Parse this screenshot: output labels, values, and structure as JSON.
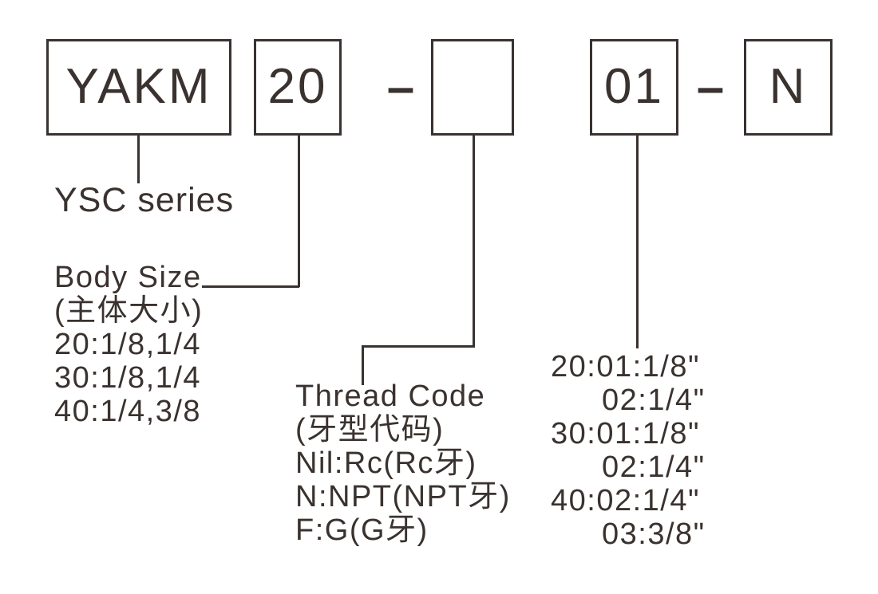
{
  "diagram": {
    "code_boxes": [
      {
        "label": "YAKM"
      },
      {
        "label": "20"
      },
      {
        "label": ""
      },
      {
        "label": "01"
      },
      {
        "label": "N"
      }
    ],
    "separator": "–",
    "series_label": "YSC series",
    "body_size": {
      "title": "Body Size",
      "subtitle_cn": "(主体大小)",
      "options": [
        "20:1/8,1/4",
        "30:1/8,1/4",
        "40:1/4,3/8"
      ]
    },
    "thread_code": {
      "title": "Thread Code",
      "subtitle_cn": "(牙型代码)",
      "options": [
        "Nil:Rc(Rc牙)",
        "N:NPT(NPT牙)",
        "F:G(G牙)"
      ]
    },
    "port_size": {
      "options": [
        "20:01:1/8\"",
        "02:1/4\"",
        "30:01:1/8\"",
        "02:1/4\"",
        "40:02:1/4\"",
        "03:3/8\""
      ]
    },
    "colors": {
      "ink": "#3a322f",
      "background": "#ffffff"
    }
  }
}
